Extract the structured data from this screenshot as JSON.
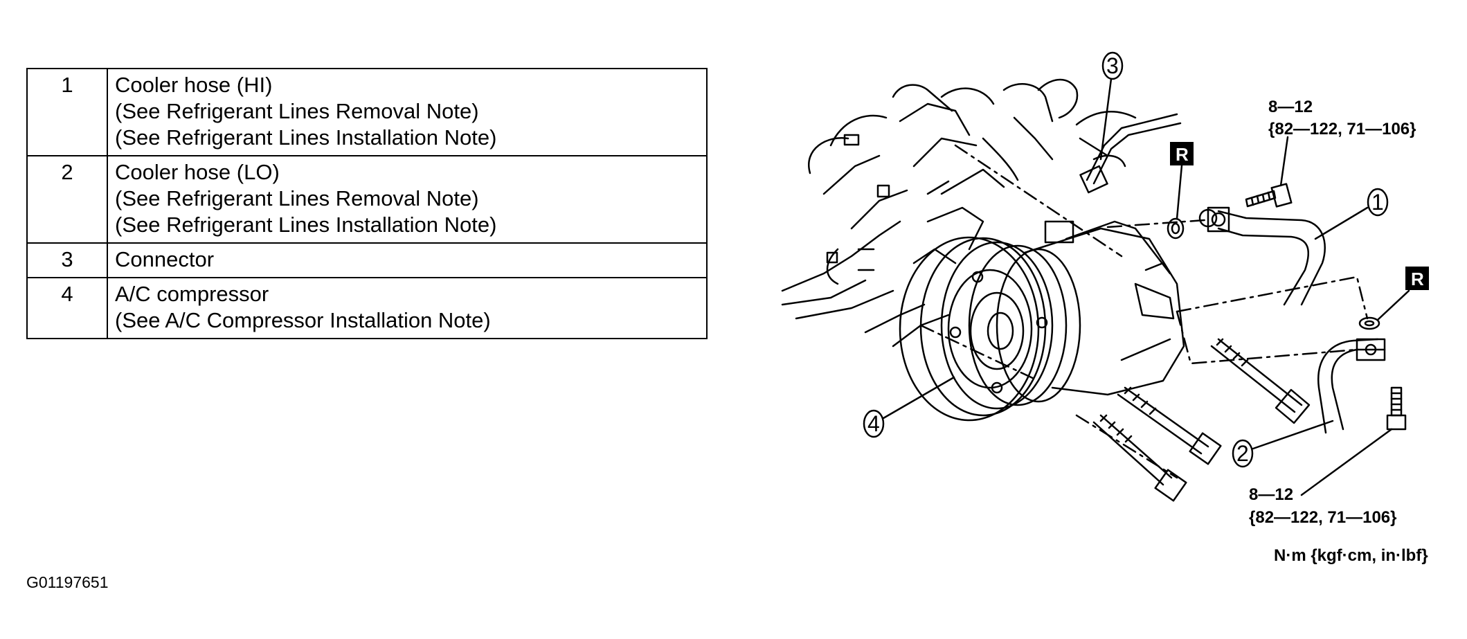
{
  "parts_table": [
    {
      "number": "1",
      "lines": [
        "Cooler hose (HI)",
        "(See  Refrigerant Lines Removal Note)",
        "(See  Refrigerant Lines Installation Note)"
      ]
    },
    {
      "number": "2",
      "lines": [
        "Cooler hose (LO)",
        "(See  Refrigerant Lines Removal Note)",
        "(See  Refrigerant Lines Installation Note)"
      ]
    },
    {
      "number": "3",
      "lines": [
        "Connector"
      ]
    },
    {
      "number": "4",
      "lines": [
        "A/C compressor",
        "(See  A/C Compressor Installation Note)"
      ]
    }
  ],
  "figure_id": "G01197651",
  "diagram": {
    "callouts": {
      "c1": "1",
      "c2": "2",
      "c3": "3",
      "c4": "4"
    },
    "replace_badge": "R",
    "torque_top": {
      "line1": "8—12",
      "line2": "{82—122, 71—106}"
    },
    "torque_bottom": {
      "line1": "8—12",
      "line2": "{82—122, 71—106}"
    },
    "units": "N·m  {kgf·cm,  in·lbf}"
  }
}
